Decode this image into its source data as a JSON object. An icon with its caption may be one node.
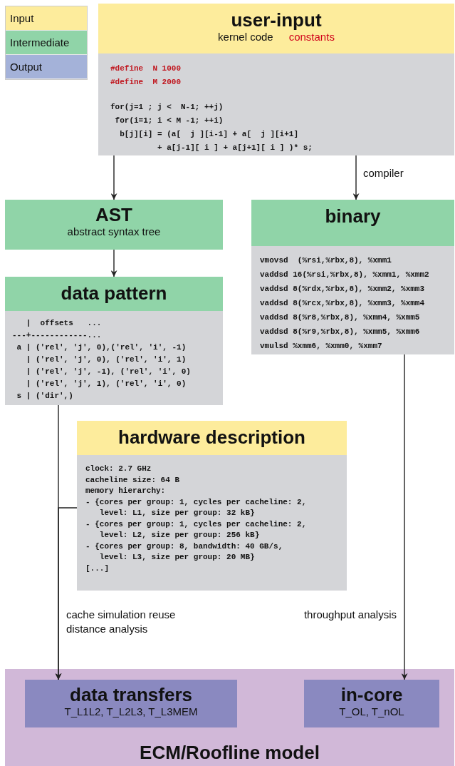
{
  "diagram": {
    "nodes": [
      {
        "text": [
          "user-input",
          "kernel code",
          "constants",
          "#define  N 1000",
          "#define  M 2000",
          "for(j=1 ; j <  N-1; ++j)",
          "for(i=1; i < M -1; ++i)",
          "b[j][i] = (a[  j ][i-1] + a[  j ][i+1]",
          "+ a[j-1][ i ] + a[j+1][ i ] )* s;"
        ]
      },
      {
        "text": [
          "AST",
          "abstract syntax tree"
        ]
      },
      {
        "text": [
          "binary",
          "vmovsd  (%rsi,%rbx,8), %xmm1",
          "vaddsd 16(%rsi,%rbx,8), %xmm1, %xmm2",
          "vaddsd 8(%rdx,%rbx,8), %xmm2, %xmm3",
          "vaddsd 8(%rcx,%rbx,8), %xmm3, %xmm4",
          "vaddsd 8(%r8,%rbx,8), %xmm4, %xmm5",
          "vaddsd 8(%r9,%rbx,8), %xmm5, %xmm6",
          "vmulsd %xmm6, %xmm0, %xmm7"
        ]
      },
      {
        "text": [
          "data pattern",
          "|  offsets   ...",
          "---+------------...",
          "a | ('rel', 'j', 0),('rel', 'i', -1)",
          "| ('rel', 'j', 0), ('rel', 'i', 1)",
          "| ('rel', 'j', -1), ('rel', 'i', 0)",
          "| ('rel', 'j', 1), ('rel', 'i', 0)",
          "s | ('dir',)"
        ]
      },
      {
        "text": [
          "hardware description",
          "clock: 2.7 GHz",
          "cacheline size: 64 B",
          "memory hierarchy:",
          "- {cores per group: 1, cycles per cacheline: 2,",
          "level: L1, size per group: 32 kB}",
          "- {cores per group: 1, cycles per cacheline: 2,",
          "level: L2, size per group: 256 kB}",
          "- {cores per group: 8, bandwidth: 40 GB/s,",
          "level: L3, size per group: 20 MB}",
          "[...]"
        ]
      },
      {
        "text": [
          "ECM/Roofline model"
        ]
      },
      {
        "text": [
          "data transfers",
          "T_L1L2, T_L2L3, T_L3MEM"
        ],
        "in": 5
      },
      {
        "text": [
          "in-core",
          "T_OL, T_nOL"
        ],
        "in": 5
      }
    ],
    "edges": [
      {
        "from": 0,
        "to": 1,
        "arrow": "to"
      },
      {
        "from": 0,
        "to": 2,
        "arrow": "to",
        "label": "compiler"
      },
      {
        "from": 1,
        "to": 3,
        "arrow": "to"
      },
      {
        "from": 3,
        "to": 6,
        "arrow": "to",
        "label": "cache simulation reuse distance analysis"
      },
      {
        "from": 4,
        "to": 6,
        "arrow": "to"
      },
      {
        "from": 2,
        "to": 7,
        "arrow": "to",
        "label": "throughput analysis"
      }
    ],
    "legend": [
      {
        "text": "Input",
        "color": "#fdec9c"
      },
      {
        "text": "Intermediate",
        "color": "#90d4a8"
      },
      {
        "text": "Output",
        "color": "#a4b2d9"
      }
    ]
  }
}
